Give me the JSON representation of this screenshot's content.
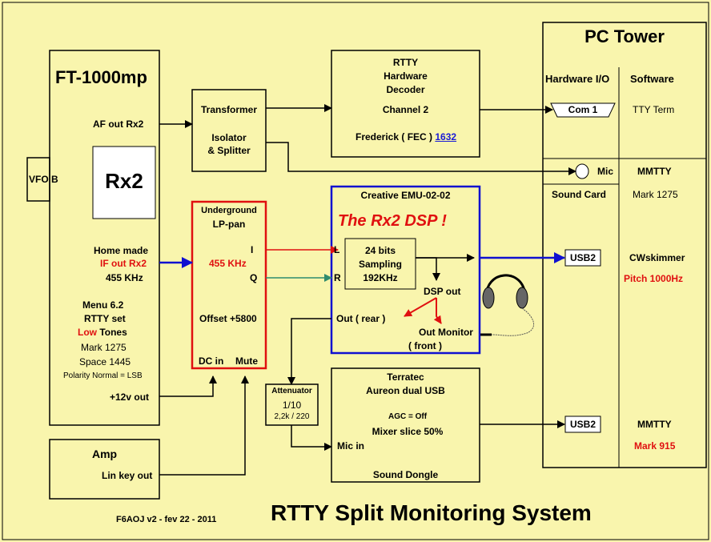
{
  "ft1000": {
    "title": "FT-1000mp",
    "af_out": "AF out  Rx2",
    "vfo_b": "VFO B",
    "rx2": "Rx2",
    "home_made": "Home made",
    "if_out": "IF out Rx2",
    "khz": "455 KHz",
    "menu": "Menu 6.2",
    "rtty_set": "RTTY set",
    "low": "Low",
    "tones": " Tones",
    "mark": "Mark 1275",
    "space": "Space 1445",
    "polarity": "Polarity Normal = LSB",
    "v12": "+12v out"
  },
  "amp": {
    "title": "Amp",
    "lin_key": "Lin key out"
  },
  "transformer": {
    "line1": "Transformer",
    "line2": "Isolator",
    "line3": "& Splitter"
  },
  "decoder": {
    "l1": "RTTY",
    "l2": "Hardware",
    "l3": "Decoder",
    "l4": "Channel 2",
    "frederick": "Frederick ( FEC )",
    "model": "1632"
  },
  "lppan": {
    "l1": "Underground",
    "l2": "LP-pan",
    "i": "I",
    "q": "Q",
    "khz": "455 KHz",
    "offset": "Offset +5800",
    "dc_in": "DC in",
    "mute": "Mute"
  },
  "emu": {
    "title": "Creative EMU-02-02",
    "banner": "The Rx2 DSP !",
    "sampling1": "24 bits",
    "sampling2": "Sampling",
    "sampling3": "192KHz",
    "l": "L",
    "r": "R",
    "dsp_out": "DSP out",
    "out_rear": "Out ( rear )",
    "out_monitor": "Out Monitor",
    "front": "( front )"
  },
  "attenuator": {
    "l1": "Attenuator",
    "l2": "1/10",
    "l3": "2,2k / 220"
  },
  "terratec": {
    "l1": "Terratec",
    "l2": "Aureon dual USB",
    "agc": "AGC = Off",
    "mixer": "Mixer slice 50%",
    "mic_in": "Mic in",
    "dongle": "Sound Dongle"
  },
  "pc": {
    "title": "PC Tower",
    "hw_io": "Hardware I/O",
    "software": "Software",
    "com1": "Com 1",
    "tty_term": "TTY Term",
    "mic": "Mic",
    "mmtty": "MMTTY",
    "sound_card": "Sound Card",
    "mark1275": "Mark 1275",
    "usb2_a": "USB2",
    "cwskimmer": "CWskimmer",
    "pitch": "Pitch 1000Hz",
    "usb2_b": "USB2",
    "mmtty2": "MMTTY",
    "mark915": "Mark 915"
  },
  "footer": {
    "author": "F6AOJ v2 - fev 22 - 2011",
    "title": "RTTY Split Monitoring System"
  },
  "colors": {
    "background": "#f9f5ad",
    "red": "#e01010",
    "blue": "#1010d0",
    "green": "#2e8b6e"
  }
}
